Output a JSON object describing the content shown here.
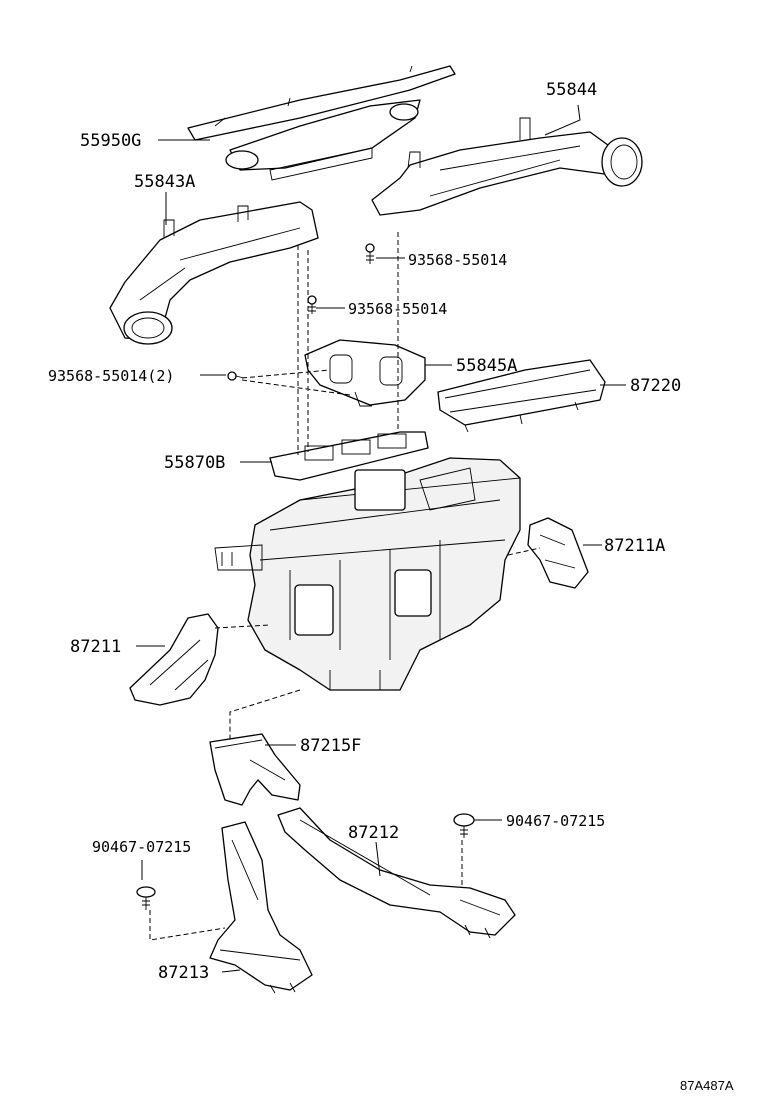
{
  "labels": {
    "p55950G": "55950G",
    "p55844": "55844",
    "p55843A": "55843A",
    "s93568_a": "93568-55014",
    "s93568_b": "93568-55014",
    "s93568_c": "93568-55014(2)",
    "p55845A": "55845A",
    "p87220": "87220",
    "p55870B": "55870B",
    "p87211A": "87211A",
    "p87211": "87211",
    "p87215F": "87215F",
    "c90467_a": "90467-07215",
    "p87212": "87212",
    "c90467_b": "90467-07215",
    "p87213": "87213"
  },
  "diagram_code": "87A487A"
}
